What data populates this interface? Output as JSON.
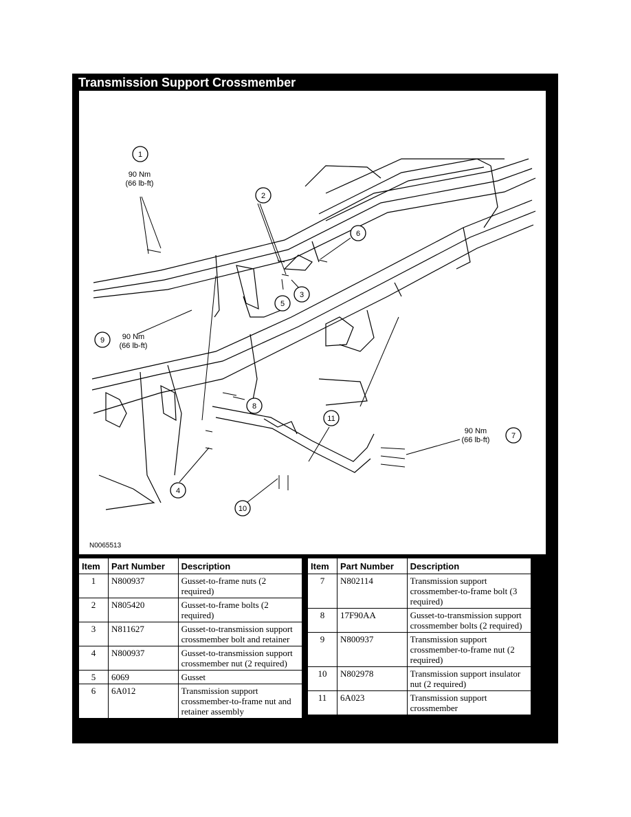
{
  "title": "Transmission Support Crossmember",
  "figure": {
    "id": "N0065513",
    "callouts": [
      {
        "n": "1",
        "torque_nm": "90 Nm",
        "torque_lbft": "(66 lb-ft)"
      },
      {
        "n": "2"
      },
      {
        "n": "3"
      },
      {
        "n": "4"
      },
      {
        "n": "5"
      },
      {
        "n": "6"
      },
      {
        "n": "7",
        "torque_nm": "90 Nm",
        "torque_lbft": "(66 lb-ft)"
      },
      {
        "n": "8"
      },
      {
        "n": "9",
        "torque_nm": "90 Nm",
        "torque_lbft": "(66 lb-ft)"
      },
      {
        "n": "10"
      },
      {
        "n": "11"
      }
    ]
  },
  "table": {
    "headers": {
      "item": "Item",
      "part": "Part Number",
      "desc": "Description"
    },
    "rows": [
      {
        "item": "1",
        "part": "N800937",
        "desc": "Gusset-to-frame nuts (2 required)"
      },
      {
        "item": "2",
        "part": "N805420",
        "desc": "Gusset-to-frame bolts (2 required)"
      },
      {
        "item": "3",
        "part": "N811627",
        "desc": "Gusset-to-transmission support crossmember bolt and retainer"
      },
      {
        "item": "4",
        "part": "N800937",
        "desc": "Gusset-to-transmission support crossmember nut (2 required)"
      },
      {
        "item": "5",
        "part": "6069",
        "desc": "Gusset"
      },
      {
        "item": "6",
        "part": "6A012",
        "desc": "Transmission support crossmember-to-frame nut and retainer assembly"
      },
      {
        "item": "7",
        "part": "N802114",
        "desc": "Transmission support crossmember-to-frame bolt (3 required)"
      },
      {
        "item": "8",
        "part": "17F90AA",
        "desc": "Gusset-to-transmission support crossmember bolts (2 required)"
      },
      {
        "item": "9",
        "part": "N800937",
        "desc": "Transmission support crossmember-to-frame nut (2 required)"
      },
      {
        "item": "10",
        "part": "N802978",
        "desc": "Transmission support insulator nut (2 required)"
      },
      {
        "item": "11",
        "part": "6A023",
        "desc": "Transmission support crossmember"
      }
    ]
  }
}
